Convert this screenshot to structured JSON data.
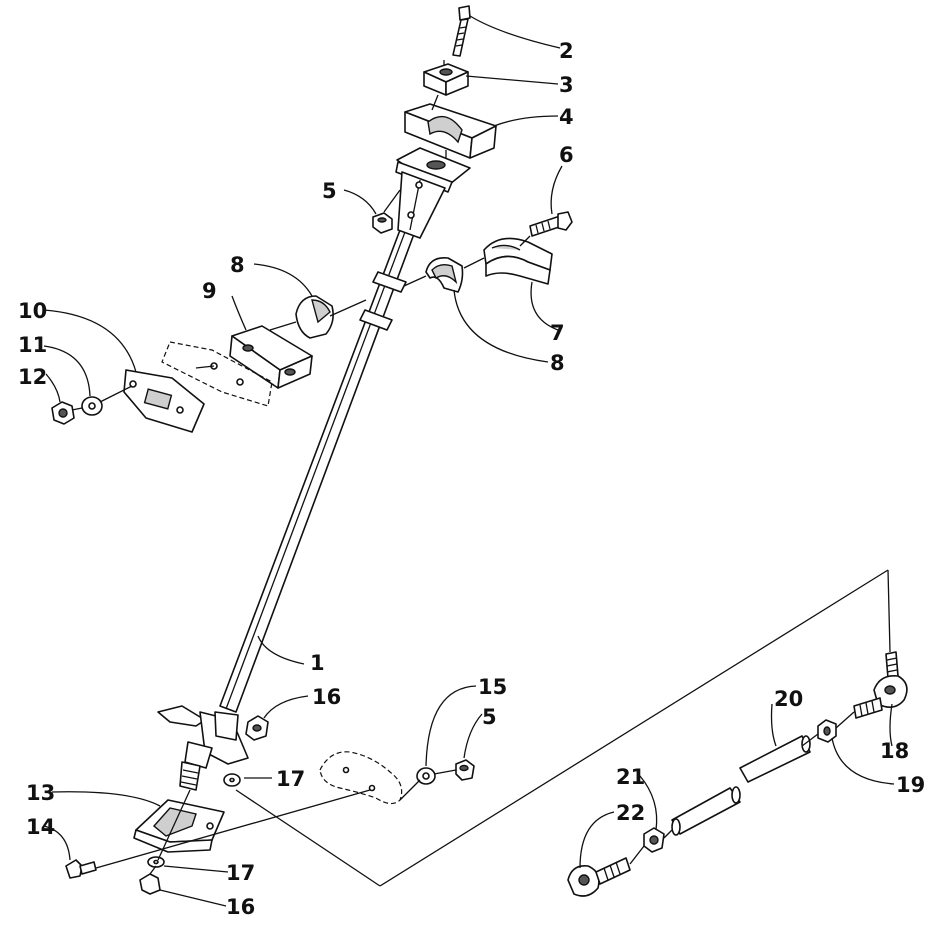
{
  "diagram": {
    "callouts": [
      {
        "id": "c2",
        "text": "2"
      },
      {
        "id": "c3",
        "text": "3"
      },
      {
        "id": "c4",
        "text": "4"
      },
      {
        "id": "c5a",
        "text": "5"
      },
      {
        "id": "c6",
        "text": "6"
      },
      {
        "id": "c8a",
        "text": "8"
      },
      {
        "id": "c9",
        "text": "9"
      },
      {
        "id": "c7",
        "text": "7"
      },
      {
        "id": "c8b",
        "text": "8"
      },
      {
        "id": "c10",
        "text": "10"
      },
      {
        "id": "c11",
        "text": "11"
      },
      {
        "id": "c12",
        "text": "12"
      },
      {
        "id": "c1",
        "text": "1"
      },
      {
        "id": "c16a",
        "text": "16"
      },
      {
        "id": "c15",
        "text": "15"
      },
      {
        "id": "c5b",
        "text": "5"
      },
      {
        "id": "c17a",
        "text": "17"
      },
      {
        "id": "c13",
        "text": "13"
      },
      {
        "id": "c14",
        "text": "14"
      },
      {
        "id": "c17b",
        "text": "17"
      },
      {
        "id": "c16b",
        "text": "16"
      },
      {
        "id": "c20",
        "text": "20"
      },
      {
        "id": "c18",
        "text": "18"
      },
      {
        "id": "c19",
        "text": "19"
      },
      {
        "id": "c21",
        "text": "21"
      },
      {
        "id": "c22",
        "text": "22"
      }
    ]
  }
}
